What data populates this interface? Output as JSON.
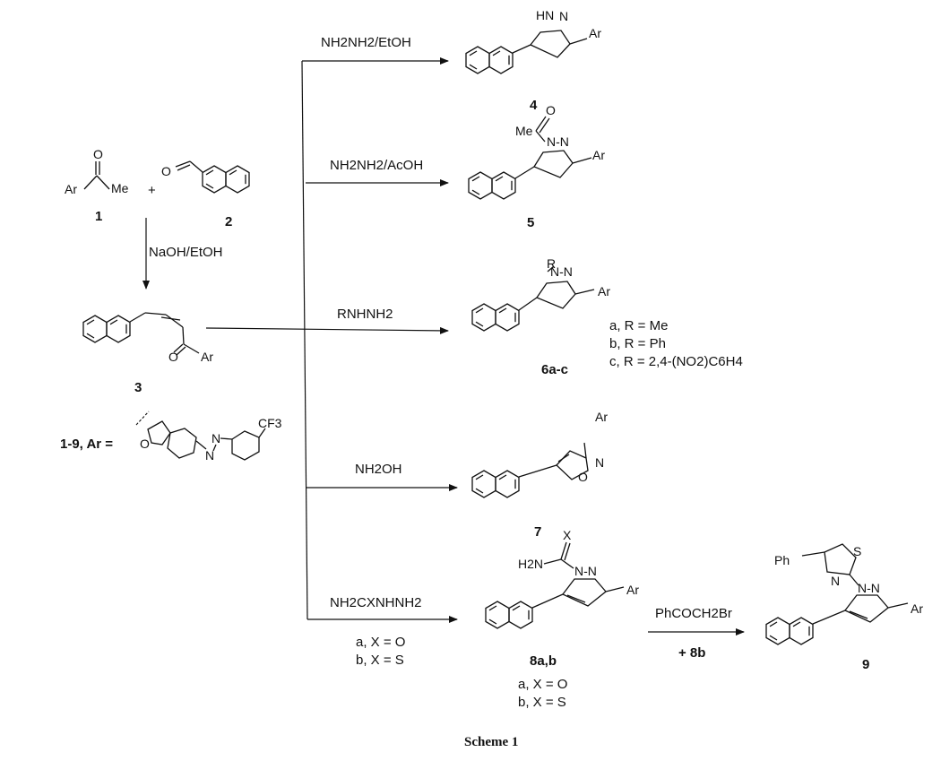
{
  "compounds": {
    "c1": "1",
    "c2": "2",
    "c3": "3",
    "c4": "4",
    "c5": "5",
    "c6": "6a-c",
    "c7": "7",
    "c8": "8a,b",
    "c9": "9"
  },
  "labels": {
    "plus": "+",
    "ar_def_prefix": "1-9, Ar =",
    "cf3": "CF3",
    "r6a": "a, R = Me",
    "r6b": "b, R = Ph",
    "r6c": "c, R = 2,4-(NO2)C6H4",
    "x8a": "a, X = O",
    "x8b": "b, X = S",
    "x8a_under": "a, X = O",
    "x8b_under": "b, X = S",
    "plus_8b": "+ 8b"
  },
  "reagents": {
    "r_1_3": "NaOH/EtOH",
    "r_3_4": "NH2NH2/EtOH",
    "r_3_5": "NH2NH2/AcOH",
    "r_3_6": "RNHNH2",
    "r_3_7": "NH2OH",
    "r_3_8": "NH2CXNHNH2",
    "r_8_9": "PhCOCH2Br"
  },
  "atoms": {
    "O": "O",
    "N": "N",
    "S": "S",
    "X": "X",
    "Ar": "Ar",
    "Me": "Me",
    "R": "R",
    "Ph": "Ph",
    "HN": "HN",
    "H2N": "H2N",
    "NN": "N-N"
  },
  "caption": "Scheme 1"
}
